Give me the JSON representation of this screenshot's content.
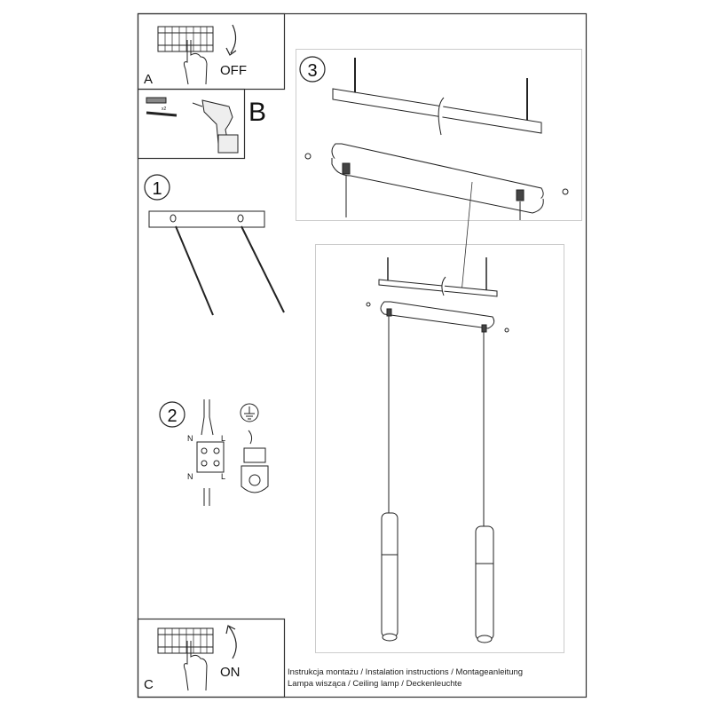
{
  "panel_a": {
    "label": "A",
    "action": "OFF"
  },
  "panel_b": {
    "label": "B",
    "quantity": "x2"
  },
  "step1": {
    "number": "1"
  },
  "step2": {
    "number": "2",
    "wire_labels": [
      "N",
      "L",
      "N",
      "L"
    ]
  },
  "step3": {
    "number": "3"
  },
  "panel_c": {
    "label": "C",
    "action": "ON"
  },
  "caption": {
    "line1": "Instrukcja montażu / Instalation instructions / Montageanleitung",
    "line2": "Lampa wisząca / Ceiling lamp / Deckenleuchte"
  }
}
